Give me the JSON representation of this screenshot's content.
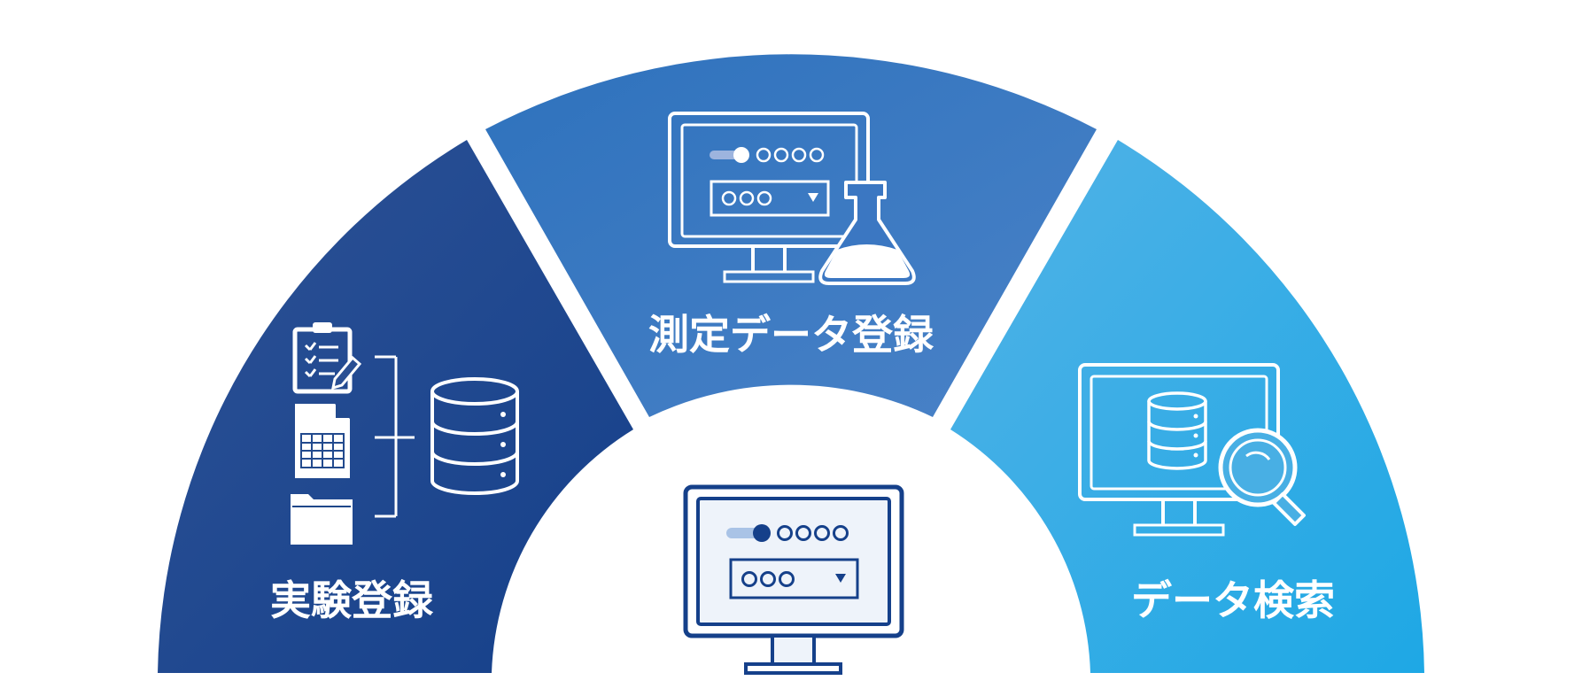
{
  "segments": {
    "experiment": {
      "label": "実験登録",
      "color_from": "#2d5296",
      "color_to": "#15408a"
    },
    "measurement": {
      "label": "測定データ登録",
      "color_from": "#2e72bd",
      "color_to": "#4a82c7"
    },
    "search": {
      "label": "データ検索",
      "color_from": "#52b2e6",
      "color_to": "#1ea8e5"
    }
  },
  "center_monitor": {
    "frame_color": "#15408a",
    "indicator": "○○○○",
    "dropdown": "○○○"
  },
  "icons": {
    "experiment": [
      "clipboard-checklist-icon",
      "spreadsheet-document-icon",
      "folder-icon",
      "database-icon"
    ],
    "measurement": [
      "monitor-icon",
      "flask-icon"
    ],
    "search": [
      "monitor-icon",
      "database-icon",
      "magnifier-icon"
    ]
  }
}
